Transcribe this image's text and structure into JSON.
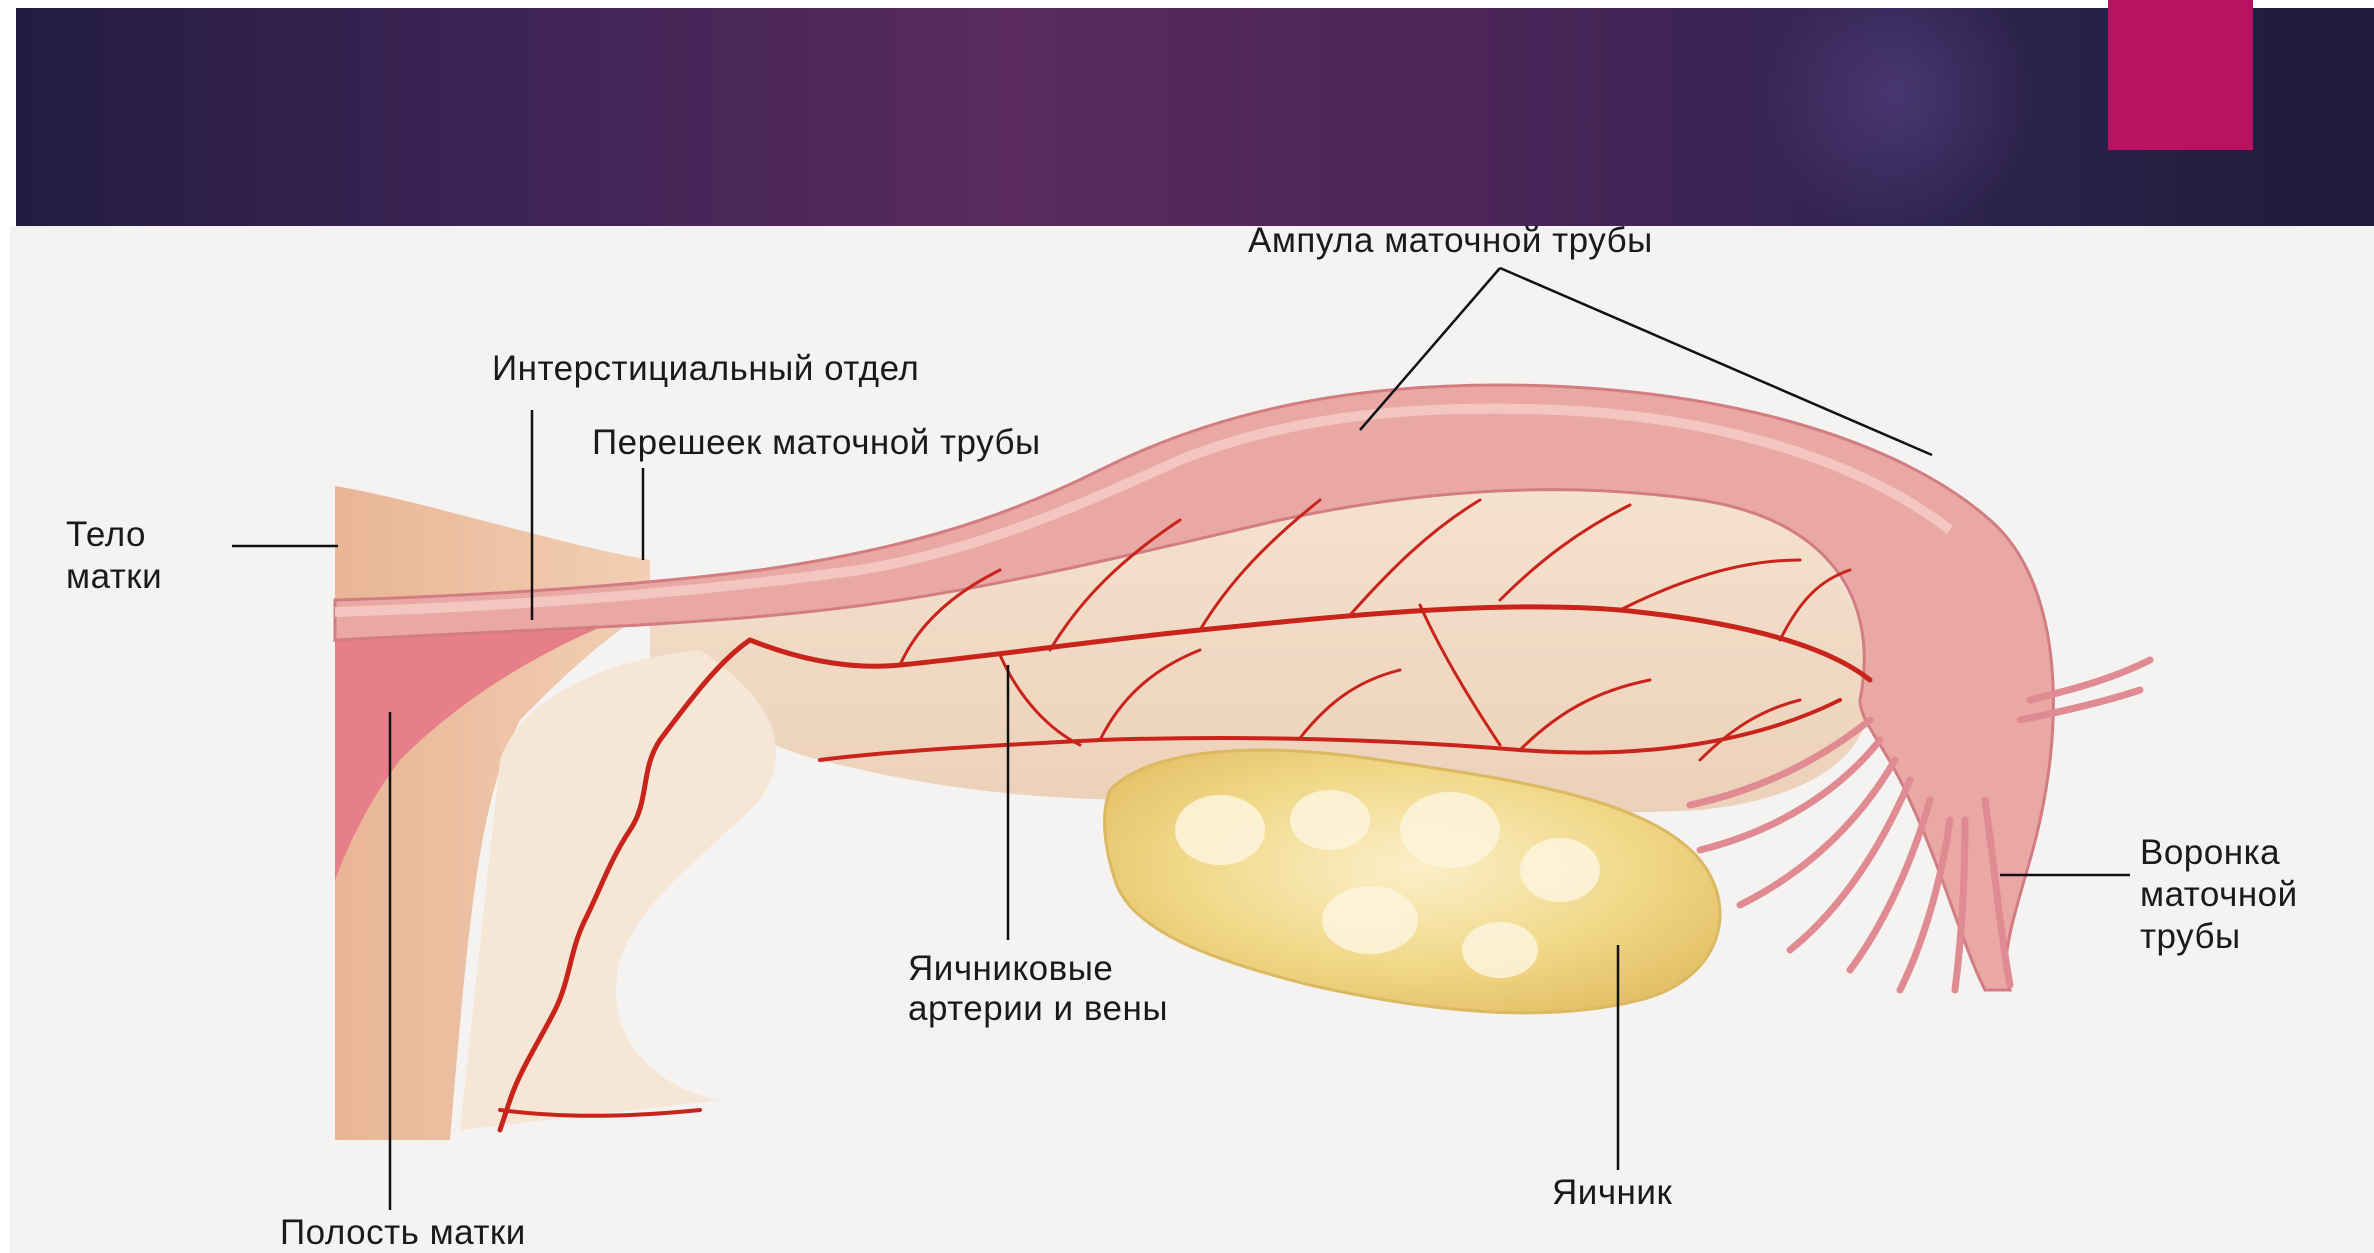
{
  "labels": {
    "ampulla": "Ампула маточной трубы",
    "interstitial": "Интерстициальный отдел",
    "isthmus": "Перешеек маточной трубы",
    "uterus_body_1": "Тело",
    "uterus_body_2": "матки",
    "infundibulum_1": "Воронка",
    "infundibulum_2": "маточной",
    "infundibulum_3": "трубы",
    "ovarian_vessels_1": "Яичниковые",
    "ovarian_vessels_2": "артерии и вены",
    "ovary": "Яичник",
    "uterine_cavity": "Полость матки"
  },
  "colors": {
    "banner_accent": "#b81261",
    "tube_wall": "#e9a8a4",
    "vessels": "#c8241c",
    "ovary": "#f1d98a",
    "uterus_tissue": "#e8b89c"
  }
}
